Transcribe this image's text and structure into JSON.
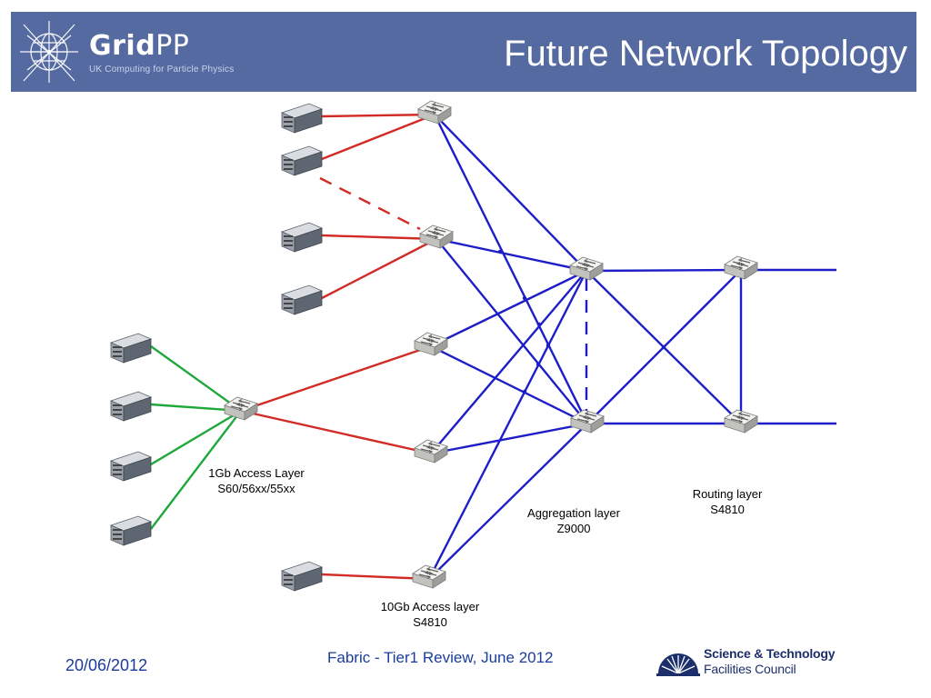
{
  "header": {
    "title": "Future Network Topology",
    "logo": {
      "name_bold": "Grid",
      "name_thin": "PP",
      "tagline": "UK Computing for Particle Physics"
    }
  },
  "diagram": {
    "labels": {
      "access_1gb_line1": "1Gb Access Layer",
      "access_1gb_line2": "S60/56xx/55xx",
      "access_10gb_line1": "10Gb Access layer",
      "access_10gb_line2": "S4810",
      "aggregation_line1": "Aggregation layer",
      "aggregation_line2": "Z9000",
      "routing_line1": "Routing layer",
      "routing_line2": "S4810"
    },
    "colors": {
      "link_10g": "#d22a24",
      "link_40g": "#1e1ec8",
      "link_1g": "#1fa83b"
    },
    "icons": {
      "server": "server-icon",
      "switch": "network-switch-icon"
    }
  },
  "footer": {
    "date": "20/06/2012",
    "event": "Fabric - Tier1 Review, June 2012",
    "org_line1": "Science & Technology",
    "org_line2": "Facilities Council"
  }
}
